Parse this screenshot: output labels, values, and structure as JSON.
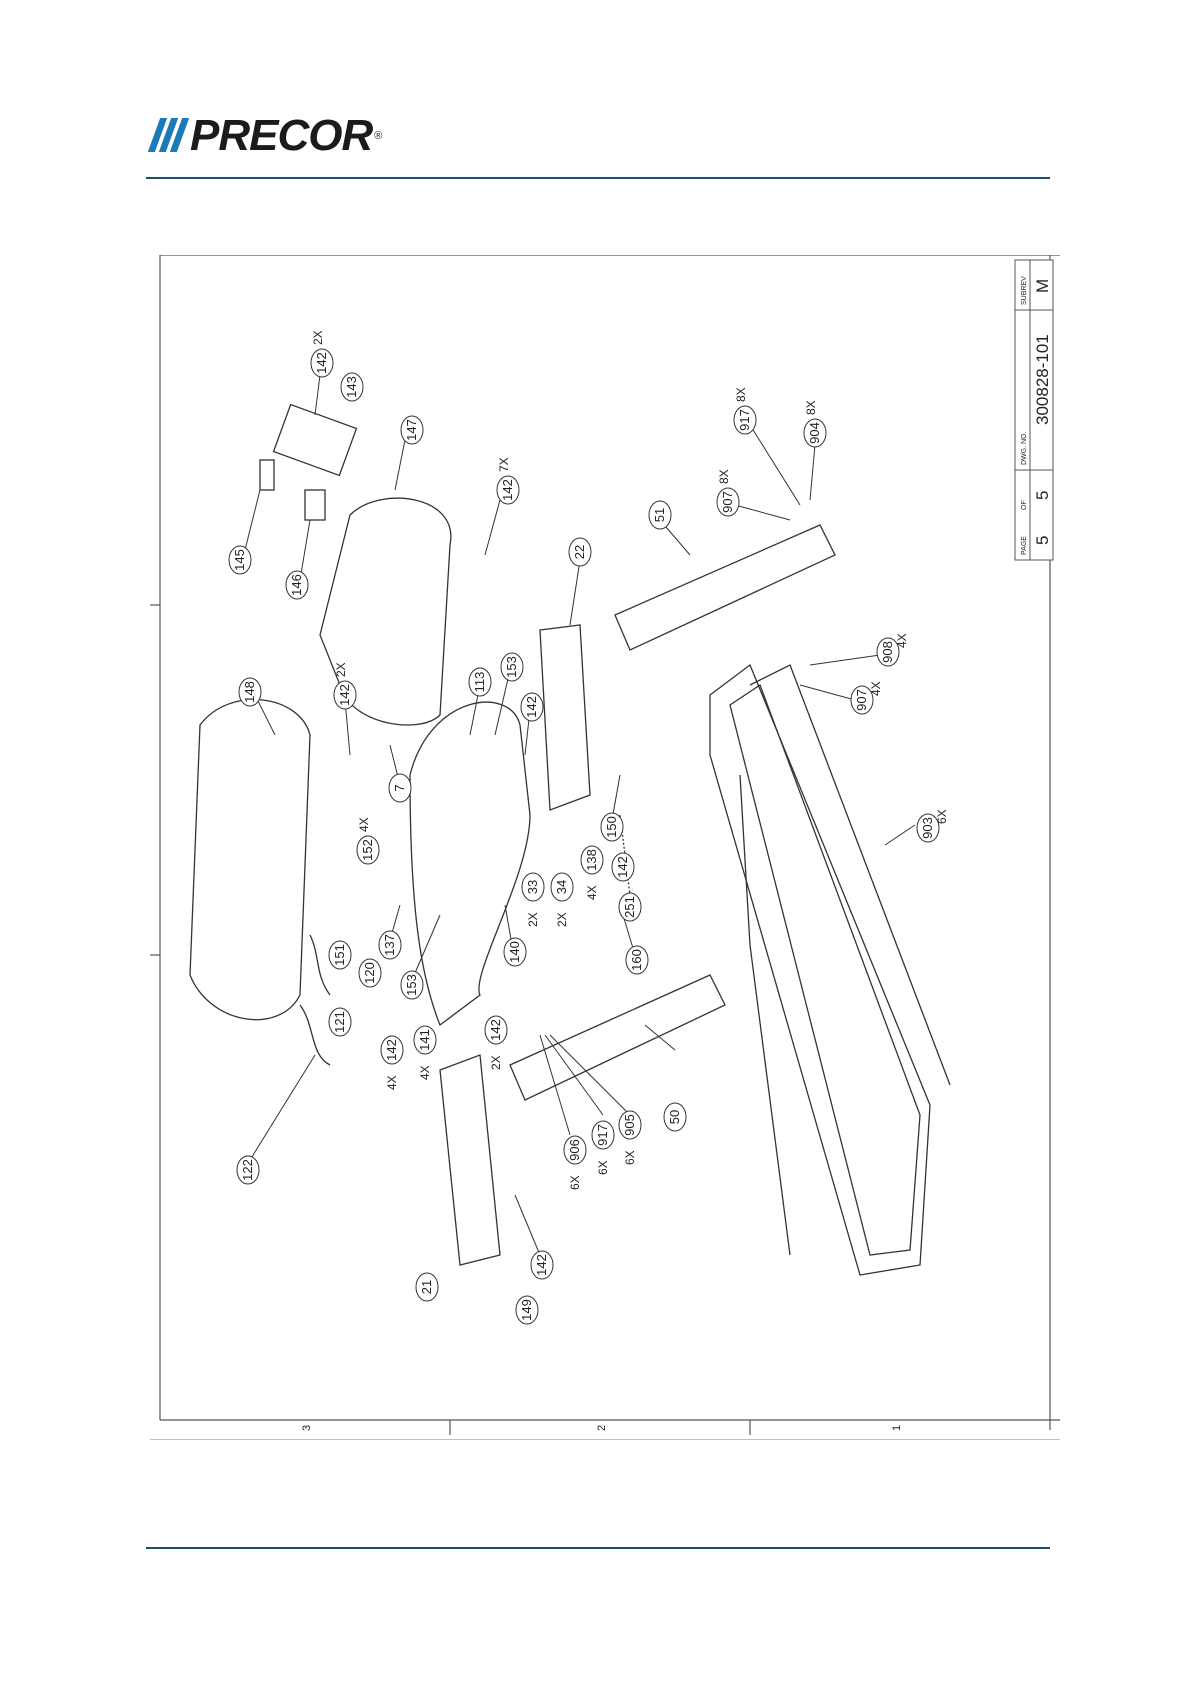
{
  "header": {
    "brand": "PRECOR",
    "brand_mark": "®"
  },
  "title_block": {
    "subrev_label": "SUBREV",
    "subrev_value": "M",
    "dwg_no_label": "DWG. NO.",
    "dwg_no_value": "300828-101",
    "page_label": "PAGE",
    "of_label": "OF",
    "page_value": "5",
    "of_value": "5"
  },
  "zones": [
    "3",
    "2",
    "1"
  ],
  "callouts": [
    {
      "id": "c142a",
      "num": "142",
      "qty": "2X"
    },
    {
      "id": "c143",
      "num": "143",
      "qty": ""
    },
    {
      "id": "c147",
      "num": "147",
      "qty": ""
    },
    {
      "id": "c142b",
      "num": "142",
      "qty": "7X"
    },
    {
      "id": "c145",
      "num": "145",
      "qty": ""
    },
    {
      "id": "c146",
      "num": "146",
      "qty": ""
    },
    {
      "id": "c917a",
      "num": "917",
      "qty": "8X"
    },
    {
      "id": "c904",
      "num": "904",
      "qty": "8X"
    },
    {
      "id": "c907a",
      "num": "907",
      "qty": "8X"
    },
    {
      "id": "c51",
      "num": "51",
      "qty": ""
    },
    {
      "id": "c22",
      "num": "22",
      "qty": ""
    },
    {
      "id": "c908",
      "num": "908",
      "qty": "4X"
    },
    {
      "id": "c907b",
      "num": "907",
      "qty": "4X"
    },
    {
      "id": "c148",
      "num": "148",
      "qty": ""
    },
    {
      "id": "c142c",
      "num": "142",
      "qty": "2X"
    },
    {
      "id": "c113",
      "num": "113",
      "qty": ""
    },
    {
      "id": "c153a",
      "num": "153",
      "qty": ""
    },
    {
      "id": "c142d",
      "num": "142",
      "qty": ""
    },
    {
      "id": "c7",
      "num": "7",
      "qty": ""
    },
    {
      "id": "c150",
      "num": "150",
      "qty": ""
    },
    {
      "id": "c152",
      "num": "152",
      "qty": "4X"
    },
    {
      "id": "c138",
      "num": "138",
      "qty": "4X"
    },
    {
      "id": "c142e",
      "num": "142",
      "qty": ""
    },
    {
      "id": "c33",
      "num": "33",
      "qty": "2X"
    },
    {
      "id": "c34",
      "num": "34",
      "qty": "2X"
    },
    {
      "id": "c251",
      "num": "251",
      "qty": ""
    },
    {
      "id": "c903",
      "num": "903",
      "qty": "6X"
    },
    {
      "id": "c151",
      "num": "151",
      "qty": ""
    },
    {
      "id": "c120",
      "num": "120",
      "qty": ""
    },
    {
      "id": "c137",
      "num": "137",
      "qty": ""
    },
    {
      "id": "c153b",
      "num": "153",
      "qty": ""
    },
    {
      "id": "c140",
      "num": "140",
      "qty": ""
    },
    {
      "id": "c160",
      "num": "160",
      "qty": ""
    },
    {
      "id": "c121",
      "num": "121",
      "qty": ""
    },
    {
      "id": "c142f",
      "num": "142",
      "qty": "4X"
    },
    {
      "id": "c141",
      "num": "141",
      "qty": "4X"
    },
    {
      "id": "c142g",
      "num": "142",
      "qty": "2X"
    },
    {
      "id": "c50",
      "num": "50",
      "qty": ""
    },
    {
      "id": "c905",
      "num": "905",
      "qty": "6X"
    },
    {
      "id": "c917b",
      "num": "917",
      "qty": "6X"
    },
    {
      "id": "c906",
      "num": "906",
      "qty": "6X"
    },
    {
      "id": "c122",
      "num": "122",
      "qty": ""
    },
    {
      "id": "c142h",
      "num": "142",
      "qty": ""
    },
    {
      "id": "c21",
      "num": "21",
      "qty": ""
    },
    {
      "id": "c149",
      "num": "149",
      "qty": ""
    }
  ]
}
